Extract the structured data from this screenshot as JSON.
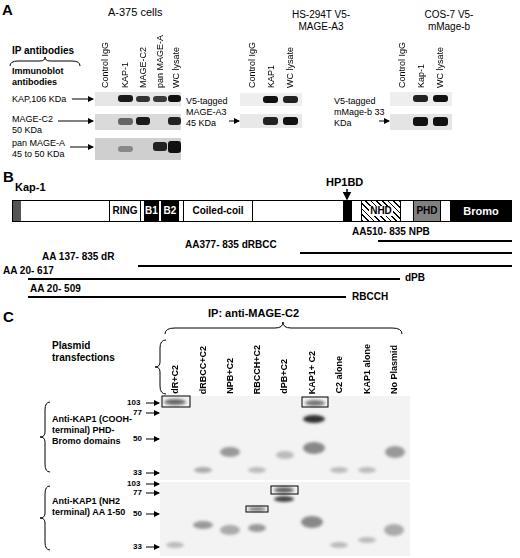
{
  "diagram": {
    "nodes": [
      {
        "text": [
          "Kap-1"
        ]
      },
      {
        "text": [
          "RING"
        ],
        "in": 0
      },
      {
        "text": [
          "B1"
        ],
        "in": 0
      },
      {
        "text": [
          "B2"
        ],
        "in": 0
      },
      {
        "text": [
          "Coiled-coil"
        ],
        "in": 0
      },
      {
        "text": [
          "NHD"
        ],
        "in": 0
      },
      {
        "text": [
          "PHD"
        ],
        "in": 0
      },
      {
        "text": [
          "Bromo"
        ],
        "in": 0
      }
    ],
    "labels": [
      "A",
      "A-375 cells",
      "HS-294T V5-MAGE-A3",
      "COS-7 V5-mMage-b",
      "IP antibodies",
      "Control IgG",
      "KAP-1",
      "MAGE-C2",
      "pan MAGE-A",
      "WC lysate",
      "Immunoblot antibodies",
      "KAP,106 KDa",
      "MAGE-C2 50 KDa",
      "pan MAGE-A 45 to 50 KDa",
      "Control IgG",
      "KAP1",
      "WC lysate",
      "V5-tagged MAGE-A3 45 KDa",
      "Control IgG",
      "Kap-1",
      "WC lysate",
      "V5-tagged mMage-b 33 KDa",
      "B",
      "HP1BD",
      "AA510- 835 NPB",
      "AA377- 835 dRBCC",
      "AA 137- 835 dR",
      "AA 20- 617",
      "dPB",
      "AA 20- 509",
      "RBCCH",
      "C",
      "IP: anti-MAGE-C2",
      "Plasmid transfections",
      "dR+C2",
      "dRBCC+C2",
      "NPB+C2",
      "RBCCH+C2",
      "dPB+C2",
      "KAP1+ C2",
      "C2 alone",
      "KAP1 alone",
      "No Plasmid",
      "Anti-KAP1 (COOH-terminal) PHD-Bromo domains",
      "103",
      "77",
      "50",
      "33",
      "Anti-KAP1 (NH2 terminal) AA 1-50",
      "103",
      "77",
      "50",
      "33"
    ]
  }
}
